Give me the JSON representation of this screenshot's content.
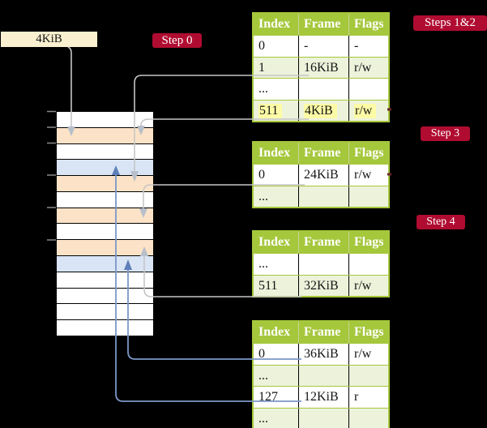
{
  "frame_box": {
    "label": "4KiB"
  },
  "step_labels": [
    {
      "id": "step0",
      "text": "Step 0"
    },
    {
      "id": "steps12",
      "text": "Steps 1&2"
    },
    {
      "id": "step3",
      "text": "Step 3"
    },
    {
      "id": "step4",
      "text": "Step 4"
    }
  ],
  "memory_column": {
    "rows": [
      "white",
      "orange",
      "white",
      "blue",
      "orange",
      "white",
      "orange",
      "white",
      "orange",
      "blue",
      "white",
      "white",
      "white",
      "white"
    ]
  },
  "tables": [
    {
      "name": "page-table-steps-1-2",
      "headers": [
        "Index",
        "Frame",
        "Flags"
      ],
      "rows": [
        {
          "cells": [
            "0",
            "-",
            "-"
          ],
          "shaded": false,
          "highlighted": false
        },
        {
          "cells": [
            "1",
            "16KiB",
            "r/w"
          ],
          "shaded": true,
          "highlighted": false
        },
        {
          "cells": [
            "...",
            "",
            ""
          ],
          "shaded": false,
          "highlighted": false
        },
        {
          "cells": [
            "511",
            "4KiB",
            "r/w"
          ],
          "shaded": true,
          "highlighted": true
        }
      ]
    },
    {
      "name": "page-table-step-3",
      "headers": [
        "Index",
        "Frame",
        "Flags"
      ],
      "rows": [
        {
          "cells": [
            "0",
            "24KiB",
            "r/w"
          ],
          "shaded": false,
          "highlighted": false
        },
        {
          "cells": [
            "...",
            "",
            ""
          ],
          "shaded": true,
          "highlighted": false
        }
      ]
    },
    {
      "name": "page-table-step-4-upper",
      "headers": [
        "Index",
        "Frame",
        "Flags"
      ],
      "rows": [
        {
          "cells": [
            "...",
            "",
            ""
          ],
          "shaded": false,
          "highlighted": false
        },
        {
          "cells": [
            "511",
            "32KiB",
            "r/w"
          ],
          "shaded": true,
          "highlighted": false
        }
      ]
    },
    {
      "name": "page-table-step-4-lower",
      "headers": [
        "Index",
        "Frame",
        "Flags"
      ],
      "rows": [
        {
          "cells": [
            "0",
            "36KiB",
            "r/w"
          ],
          "shaded": false,
          "highlighted": false
        },
        {
          "cells": [
            "...",
            "",
            ""
          ],
          "shaded": true,
          "highlighted": false
        },
        {
          "cells": [
            "127",
            "12KiB",
            "r"
          ],
          "shaded": false,
          "highlighted": false
        },
        {
          "cells": [
            "...",
            "",
            ""
          ],
          "shaded": true,
          "highlighted": false
        }
      ]
    }
  ],
  "colors": {
    "header_green": "#a5c73c",
    "row_green": "#edf2db",
    "row_orange": "#fce3c7",
    "row_blue": "#d9e5f5",
    "label_red": "#b00c31",
    "highlight_yellow": "#fdfba6",
    "cream": "#fbf0cf",
    "gray_line": "#c6c6c6",
    "blue_line": "#7b97c7"
  }
}
